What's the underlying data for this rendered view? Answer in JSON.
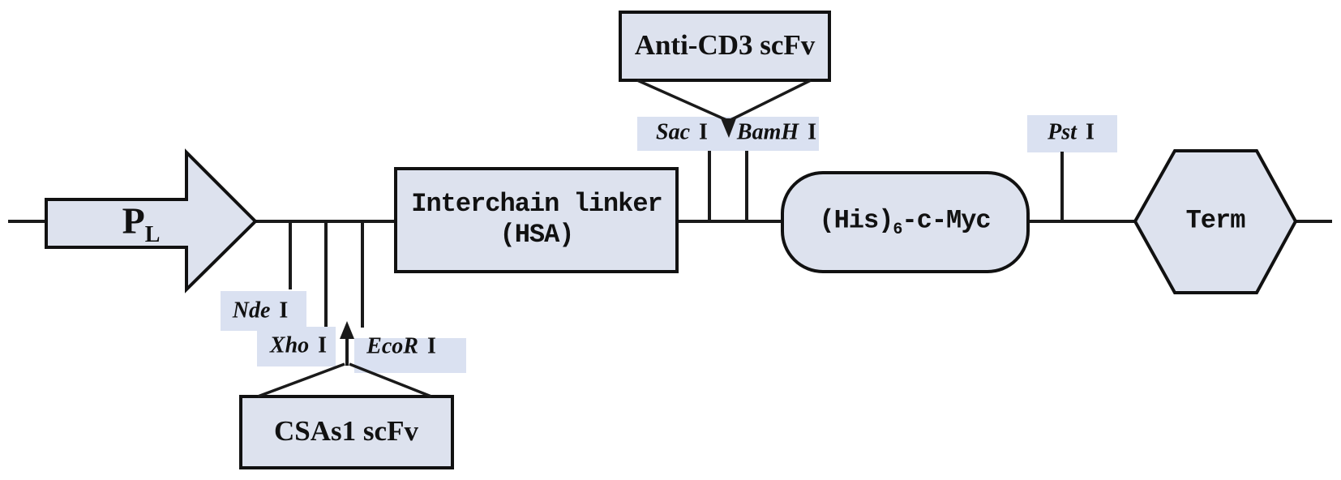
{
  "colors": {
    "shape_fill": "#dde2ee",
    "band_fill": "#dae1f1",
    "line": "#1a1a1a",
    "text": "#111111"
  },
  "promoter": {
    "main": "P",
    "sub": "L"
  },
  "boxes": {
    "anti_cd3": {
      "label": "Anti-CD3 scFv"
    },
    "csas1": {
      "label": "CSAs1 scFv"
    },
    "interchain": {
      "line1": "Interchain linker",
      "line2": "(HSA)"
    },
    "tag": {
      "pre": "(His)",
      "sub": "6",
      "post": "-c-Myc"
    },
    "terminator": {
      "label": "Term"
    }
  },
  "sites": {
    "nde": {
      "name": "Nde",
      "num": "I"
    },
    "xho": {
      "name": "Xho",
      "num": "I"
    },
    "ecor": {
      "name": "EcoR",
      "num": "I"
    },
    "sac": {
      "name": "Sac",
      "num": "I"
    },
    "bamh": {
      "name": "BamH",
      "num": "I"
    },
    "pst": {
      "name": "Pst",
      "num": "I"
    }
  }
}
